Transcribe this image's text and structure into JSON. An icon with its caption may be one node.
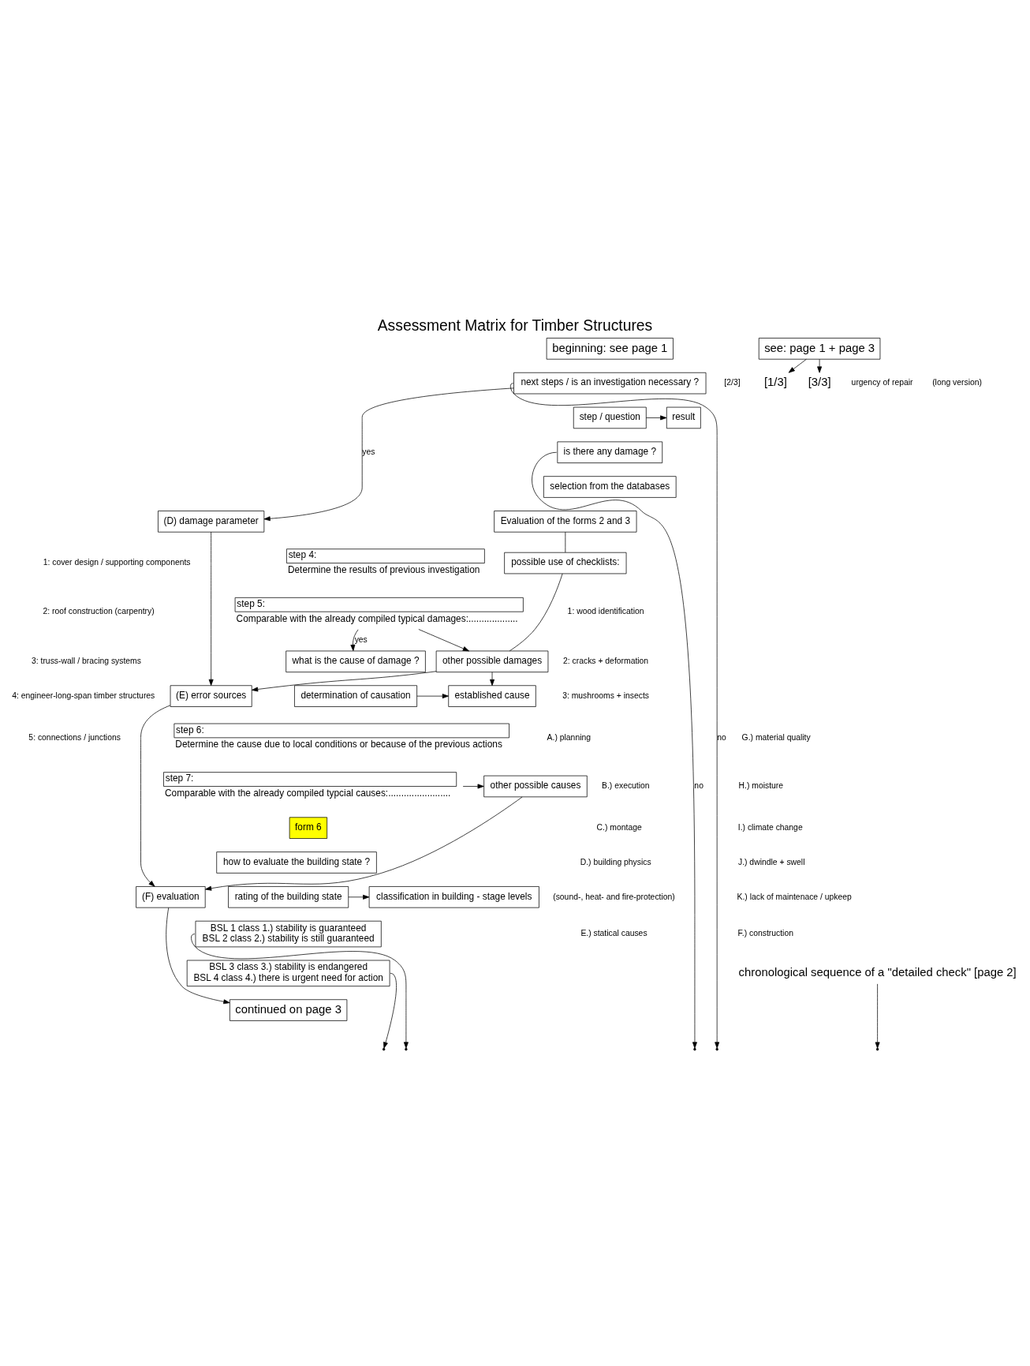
{
  "diagram": {
    "title": "Assessment Matrix for Timber Structures",
    "nodes": [
      {
        "text": [
          "beginning: see page 1"
        ]
      },
      {
        "text": [
          "next steps / is an investigation necessary ?"
        ]
      },
      {
        "text": [
          "step / question"
        ]
      },
      {
        "text": [
          "result"
        ]
      },
      {
        "text": [
          "is there any damage ?"
        ]
      },
      {
        "text": [
          "selection from the databases"
        ]
      },
      {
        "text": [
          "(D) damage parameter"
        ]
      },
      {
        "text": [
          "Evaluation of the forms 2 and 3"
        ]
      },
      {
        "text": [
          "step 4:"
        ],
        "beside": [
          "Determine the results of previous investigation"
        ]
      },
      {
        "text": [
          "step 5:"
        ],
        "beside": [
          "Comparable with the already compiled typical damages:..................."
        ]
      },
      {
        "text": [
          "possible use of checklists:"
        ]
      },
      {
        "text": [
          "other possible damages"
        ]
      },
      {
        "text": [
          "what is the cause of damage ?"
        ]
      },
      {
        "text": [
          "determination of causation"
        ]
      },
      {
        "text": [
          "(E) error sources"
        ]
      },
      {
        "text": [
          "established cause"
        ]
      },
      {
        "text": [
          "step 6:"
        ],
        "beside": [
          "Determine the cause due to local conditions or because of the previous actions"
        ]
      },
      {
        "text": [
          "step 7:"
        ],
        "beside": [
          "Comparable with the already compiled typcial causes:........................"
        ]
      },
      {
        "text": [
          "other possible causes"
        ]
      },
      {
        "text": [
          "form 6"
        ]
      },
      {
        "text": [
          "how to evaluate the building state ?"
        ]
      },
      {
        "text": [
          "rating of the building state"
        ]
      },
      {
        "text": [
          "(F) evaluation"
        ]
      },
      {
        "text": [
          "classification in building - stage levels"
        ]
      },
      {
        "text": [
          "BSL 1 class 1.) stability is guaranteed",
          "BSL 2 class 2.) stability is still guaranteed"
        ]
      },
      {
        "text": [
          "BSL 3 class 3.) stability is endangered",
          "BSL 4 class 4.) there is urgent need for action"
        ]
      },
      {
        "text": [
          "continued on page 3"
        ]
      },
      {
        "text": [
          "see: page 1 + page 3"
        ]
      },
      {
        "text": [
          "[1/3]"
        ]
      },
      {
        "text": [
          "[3/3]"
        ]
      },
      {
        "text": [
          "chronological sequence of a \"detailed check\" [page 2]"
        ]
      }
    ],
    "edges": [
      {
        "from": 1,
        "to": 6,
        "arrow": "to",
        "label": "yes"
      },
      {
        "from": 2,
        "to": 3,
        "arrow": "to"
      },
      {
        "from": 1,
        "to": null,
        "arrow": "to",
        "label": "no"
      },
      {
        "from": 4,
        "to": null,
        "arrow": "to",
        "label": "no"
      },
      {
        "from": 7,
        "to": 10,
        "arrow": "none"
      },
      {
        "from": 10,
        "to": 11,
        "arrow": "none"
      },
      {
        "from": 9,
        "to": 11,
        "arrow": "to"
      },
      {
        "from": 9,
        "to": 12,
        "arrow": "to",
        "label": "yes"
      },
      {
        "from": 6,
        "to": 14,
        "arrow": "to"
      },
      {
        "from": 11,
        "to": 14,
        "arrow": "to"
      },
      {
        "from": 11,
        "to": 15,
        "arrow": "to"
      },
      {
        "from": 13,
        "to": 15,
        "arrow": "to"
      },
      {
        "from": 17,
        "to": 18,
        "arrow": "to"
      },
      {
        "from": 14,
        "to": 22,
        "arrow": "to"
      },
      {
        "from": 18,
        "to": 22,
        "arrow": "to"
      },
      {
        "from": 21,
        "to": 23,
        "arrow": "to"
      },
      {
        "from": 22,
        "to": 26,
        "arrow": "to"
      },
      {
        "from": 24,
        "to": null,
        "arrow": "to"
      },
      {
        "from": 25,
        "to": null,
        "arrow": "to"
      },
      {
        "from": 27,
        "to": 28,
        "arrow": "to"
      },
      {
        "from": 27,
        "to": 29,
        "arrow": "to"
      },
      {
        "from": 30,
        "to": null,
        "arrow": "to"
      }
    ],
    "labels": [
      "[2/3]",
      "(long version)",
      "1: cover design / supporting components",
      "2: roof construction (carpentry)",
      "3: truss-wall / bracing systems",
      "4: engineer-long-span timber structures",
      "5: connections / junctions",
      "1: wood identification",
      "2: cracks + deformation",
      "3: mushrooms + insects",
      "A.) planning",
      "G.) material quality",
      "B.) execution",
      "H.) moisture",
      "C.) montage",
      "I.) climate change",
      "D.) building physics",
      "J.) dwindle + swell",
      "(sound-, heat- and fire-protection)",
      "K.) lack of maintenace / upkeep",
      "E.) statical causes",
      "F.) construction",
      "urgency of repair"
    ]
  }
}
